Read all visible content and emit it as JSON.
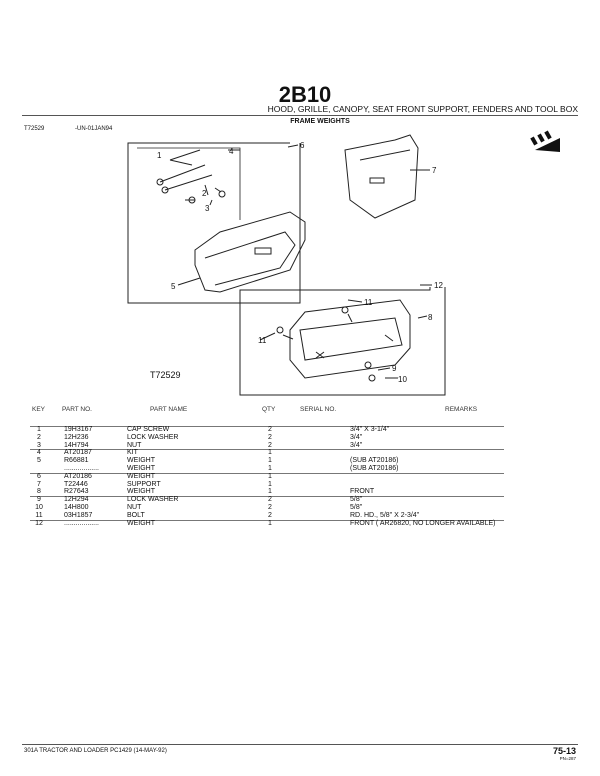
{
  "header": {
    "code": "2B10",
    "section": "HOOD, GRILLE, CANOPY, SEAT FRONT SUPPORT, FENDERS AND TOOL BOX",
    "subtitle": "FRAME WEIGHTS",
    "figure_id": "T72529",
    "figure_date": "-UN-01JAN94"
  },
  "illustration": {
    "label": "T72529",
    "callouts": [
      "1",
      "2",
      "3",
      "4",
      "5",
      "6",
      "7",
      "8",
      "9",
      "10",
      "11",
      "12"
    ]
  },
  "table": {
    "columns": {
      "key": "KEY",
      "part_no": "PART NO.",
      "part_name": "PART NAME",
      "qty": "QTY",
      "serial": "SERIAL NO.",
      "remarks": "REMARKS"
    },
    "rows": [
      {
        "key": "1",
        "part_no": "19H3167",
        "name": "CAP SCREW",
        "qty": "2",
        "remarks": "3/4\" X 3-1/4\""
      },
      {
        "key": "2",
        "part_no": "12H236",
        "name": "LOCK WASHER",
        "qty": "2",
        "remarks": "3/4\""
      },
      {
        "key": "3",
        "part_no": "14H794",
        "name": "NUT",
        "qty": "2",
        "remarks": "3/4\""
      },
      {
        "key": "4",
        "part_no": "AT20187",
        "name": "KIT",
        "qty": "1",
        "remarks": ""
      },
      {
        "key": "5",
        "part_no": "R66881",
        "name": "WEIGHT",
        "qty": "1",
        "remarks": "(SUB AT20186)"
      },
      {
        "key": "",
        "part_no": "..................",
        "name": "WEIGHT",
        "qty": "1",
        "remarks": "(SUB AT20186)"
      },
      {
        "key": "6",
        "part_no": "AT20186",
        "name": "WEIGHT",
        "qty": "1",
        "remarks": ""
      },
      {
        "key": "7",
        "part_no": "T22446",
        "name": "SUPPORT",
        "qty": "1",
        "remarks": ""
      },
      {
        "key": "8",
        "part_no": "R27643",
        "name": "WEIGHT",
        "qty": "1",
        "remarks": "FRONT"
      },
      {
        "key": "9",
        "part_no": "12H294",
        "name": "LOCK WASHER",
        "qty": "2",
        "remarks": "5/8\""
      },
      {
        "key": "10",
        "part_no": "14H800",
        "name": "NUT",
        "qty": "2",
        "remarks": "5/8\""
      },
      {
        "key": "11",
        "part_no": "03H1857",
        "name": "BOLT",
        "qty": "2",
        "remarks": "RD. HD., 5/8\" X 2-3/4\""
      },
      {
        "key": "12",
        "part_no": "..................",
        "name": "WEIGHT",
        "qty": "1",
        "remarks": "FRONT ( AR26820, NO LONGER AVAILABLE)"
      }
    ]
  },
  "footer": {
    "text": "301A TRACTOR AND LOADER   PC1429     (14-MAY-92)",
    "page": "75-13",
    "page_sub": "PN=287"
  }
}
